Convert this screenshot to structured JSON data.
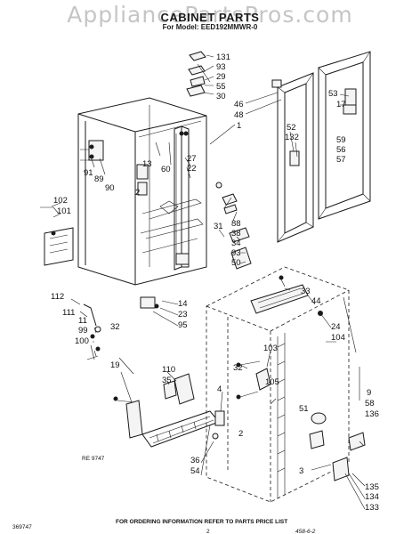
{
  "watermark": "AppliancePartsPros.com",
  "title": "CABINET PARTS",
  "model_line": "For Model: EED192MMWR-0",
  "callouts": [
    {
      "id": "131",
      "label": "131"
    },
    {
      "id": "93a",
      "label": "93"
    },
    {
      "id": "29",
      "label": "29"
    },
    {
      "id": "55",
      "label": "55"
    },
    {
      "id": "30",
      "label": "30"
    },
    {
      "id": "46",
      "label": "46"
    },
    {
      "id": "48",
      "label": "48"
    },
    {
      "id": "1",
      "label": "1"
    },
    {
      "id": "53",
      "label": "53"
    },
    {
      "id": "17",
      "label": "17"
    },
    {
      "id": "59",
      "label": "59"
    },
    {
      "id": "56",
      "label": "56"
    },
    {
      "id": "57",
      "label": "57"
    },
    {
      "id": "52",
      "label": "52"
    },
    {
      "id": "132",
      "label": "132"
    },
    {
      "id": "60",
      "label": "60"
    },
    {
      "id": "13",
      "label": "13"
    },
    {
      "id": "27",
      "label": "27"
    },
    {
      "id": "22",
      "label": "22"
    },
    {
      "id": "91",
      "label": "91"
    },
    {
      "id": "89",
      "label": "89"
    },
    {
      "id": "90",
      "label": "90"
    },
    {
      "id": "2",
      "label": "2"
    },
    {
      "id": "102",
      "label": "102"
    },
    {
      "id": "101",
      "label": "101"
    },
    {
      "id": "31",
      "label": "31"
    },
    {
      "id": "88",
      "label": "88"
    },
    {
      "id": "38",
      "label": "38"
    },
    {
      "id": "34",
      "label": "34"
    },
    {
      "id": "93b",
      "label": "93"
    },
    {
      "id": "50",
      "label": "50"
    },
    {
      "id": "33",
      "label": "33"
    },
    {
      "id": "44",
      "label": "44"
    },
    {
      "id": "112",
      "label": "112"
    },
    {
      "id": "14",
      "label": "14"
    },
    {
      "id": "23",
      "label": "23"
    },
    {
      "id": "95",
      "label": "95"
    },
    {
      "id": "111",
      "label": "111"
    },
    {
      "id": "11",
      "label": "11"
    },
    {
      "id": "99",
      "label": "99"
    },
    {
      "id": "100",
      "label": "100"
    },
    {
      "id": "32a",
      "label": "32"
    },
    {
      "id": "24",
      "label": "24"
    },
    {
      "id": "104",
      "label": "104"
    },
    {
      "id": "19",
      "label": "19"
    },
    {
      "id": "110",
      "label": "110"
    },
    {
      "id": "35",
      "label": "35"
    },
    {
      "id": "32b",
      "label": "32"
    },
    {
      "id": "103",
      "label": "103"
    },
    {
      "id": "9",
      "label": "9"
    },
    {
      "id": "58",
      "label": "58"
    },
    {
      "id": "136",
      "label": "136"
    },
    {
      "id": "105",
      "label": "105"
    },
    {
      "id": "4",
      "label": "4"
    },
    {
      "id": "51",
      "label": "51"
    },
    {
      "id": "2b",
      "label": "2"
    },
    {
      "id": "36",
      "label": "36"
    },
    {
      "id": "54",
      "label": "54"
    },
    {
      "id": "3",
      "label": "3"
    },
    {
      "id": "135",
      "label": "135"
    },
    {
      "id": "134",
      "label": "134"
    },
    {
      "id": "133",
      "label": "133"
    }
  ],
  "side_code": "RE 9747",
  "footer_note": "FOR ORDERING INFORMATION REFER TO PARTS PRICE LIST",
  "doc_code": "369747",
  "page_number": "2",
  "handwritten": "458-6-2"
}
